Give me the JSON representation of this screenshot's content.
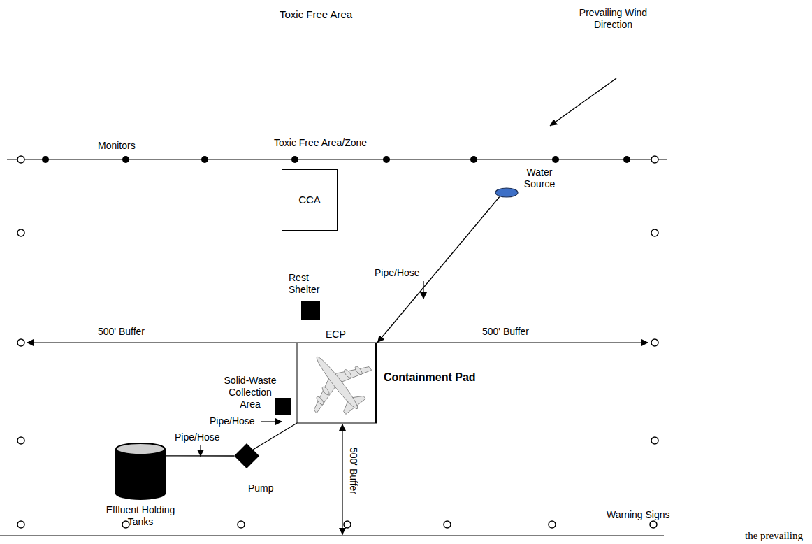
{
  "diagram": {
    "nodes": [
      {
        "text": [
          "CCA"
        ]
      },
      {
        "text": [
          "Water Source"
        ]
      },
      {
        "text": [
          "Rest Shelter"
        ]
      },
      {
        "text": [
          "Containment Pad"
        ]
      },
      {
        "text": [
          "Solid-Waste Collection Area"
        ]
      },
      {
        "text": [
          "Pump"
        ]
      },
      {
        "text": [
          "Effluent Holding Tanks"
        ]
      }
    ],
    "edges": [
      {
        "from": 1,
        "to": 3,
        "arrow": "to"
      },
      {
        "from": 3,
        "to": 5,
        "arrow": "none"
      },
      {
        "from": 5,
        "to": 6,
        "arrow": "none"
      }
    ],
    "labels": [
      "Toxic Free Area",
      "Prevailing Wind Direction",
      "Monitors",
      "Toxic Free Area/Zone",
      "ECP",
      "500' Buffer",
      "500' Buffer",
      "500' Buffer",
      "Pipe/Hose",
      "Pipe/Hose",
      "Pipe/Hose",
      "Warning Signs",
      "the prevailing"
    ]
  }
}
